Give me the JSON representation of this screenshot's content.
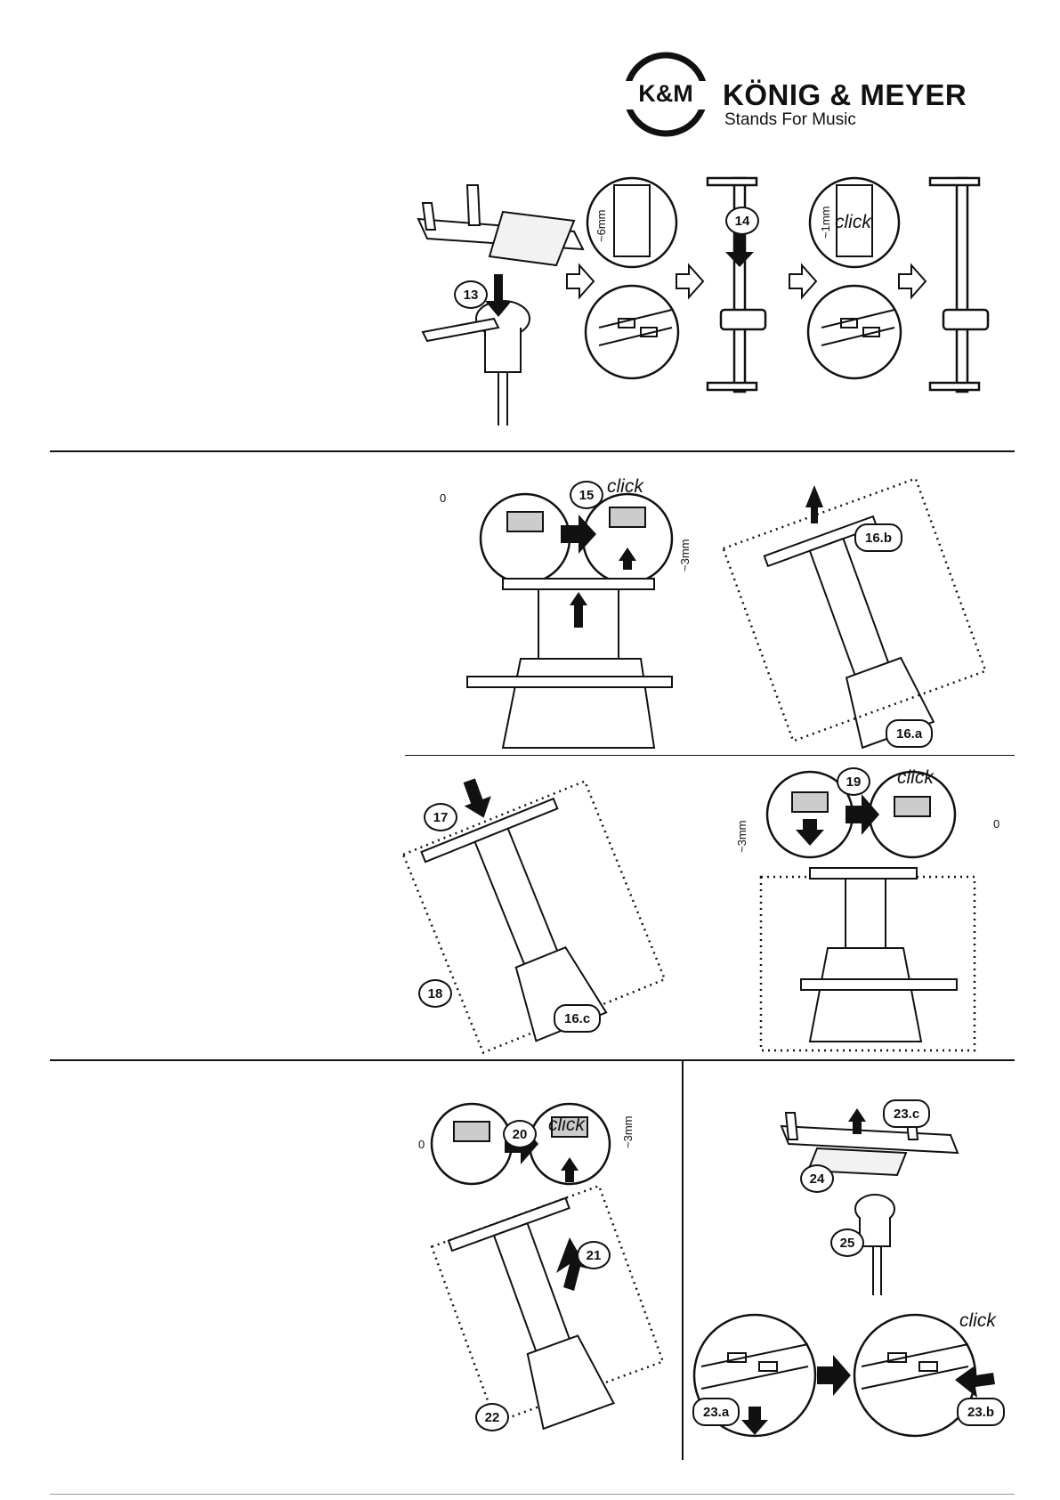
{
  "header": {
    "logo_text": "K&M",
    "brand_name": "KÖNIG & MEYER",
    "tagline": "Stands For Music"
  },
  "steps": {
    "s13": "13",
    "s14": "14",
    "s15": "15",
    "s16a": "16.a",
    "s16b": "16.b",
    "s16c": "16.c",
    "s17": "17",
    "s18": "18",
    "s19": "19",
    "s20": "20",
    "s21": "21",
    "s22": "22",
    "s23a": "23.a",
    "s23b": "23.b",
    "s23c": "23.c",
    "s24": "24",
    "s25": "25"
  },
  "labels": {
    "click": "click",
    "dim_6mm": "~6mm",
    "dim_1mm": "~1mm",
    "dim_3mm": "~3mm",
    "dim_0": "0"
  },
  "colors": {
    "ink": "#111111",
    "paper": "#ffffff",
    "shade": "#e6e6e6"
  }
}
